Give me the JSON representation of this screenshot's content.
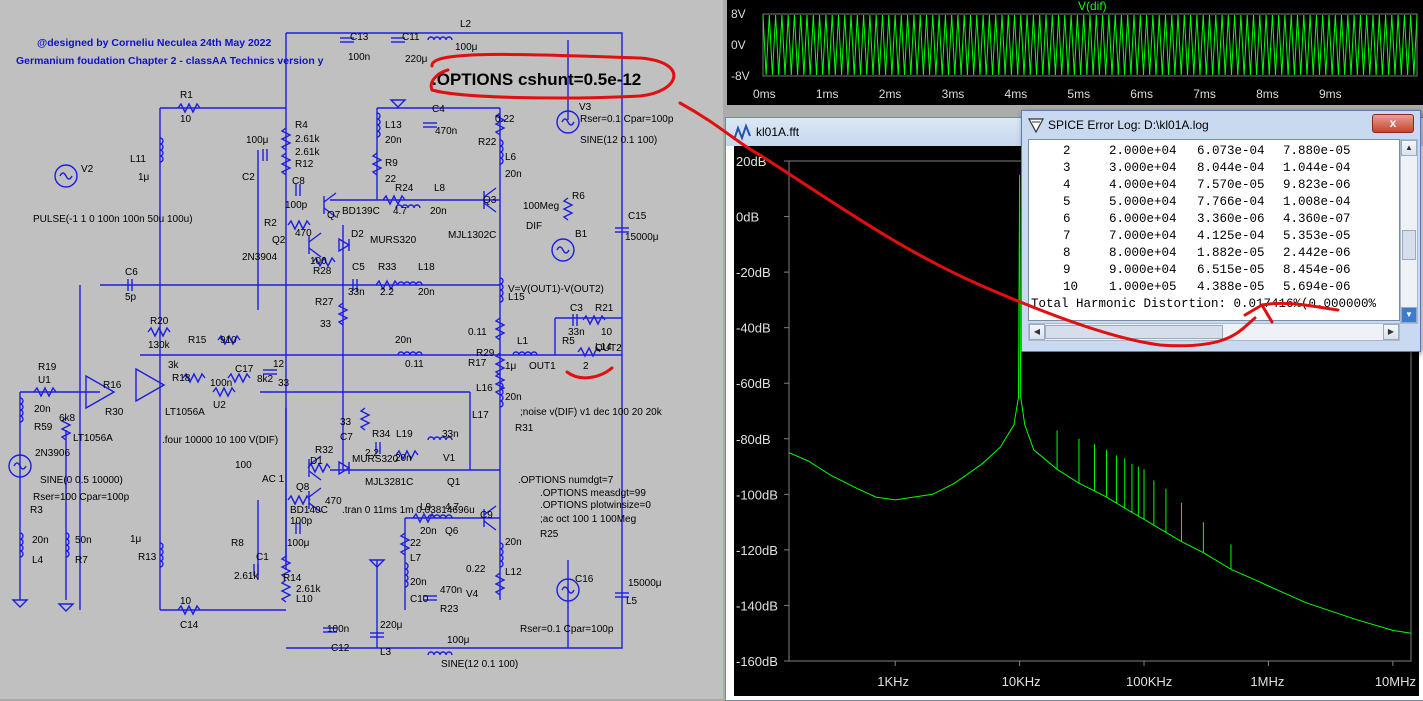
{
  "schematic": {
    "credits": [
      "@designed by Corneliu Neculea 24th May 2022",
      "Germanium foudation Chapter 2 - classAA Technics version y"
    ],
    "options_directive": ".OPTIONS cshunt=0.5e-12",
    "labels": [
      {
        "t": "C13"
      },
      {
        "t": "C11"
      },
      {
        "t": "L2"
      },
      {
        "t": "100μ"
      },
      {
        "t": "100n"
      },
      {
        "t": "220μ"
      },
      {
        "t": "R1"
      },
      {
        "t": "10"
      },
      {
        "t": "R4"
      },
      {
        "t": "2.61k"
      },
      {
        "t": "100μ"
      },
      {
        "t": "2.61k"
      },
      {
        "t": "R12"
      },
      {
        "t": "C2"
      },
      {
        "t": "C8"
      },
      {
        "t": "L11"
      },
      {
        "t": "1μ"
      },
      {
        "t": "V2"
      },
      {
        "t": "L13"
      },
      {
        "t": "20n"
      },
      {
        "t": "C4"
      },
      {
        "t": "470n"
      },
      {
        "t": "0.22"
      },
      {
        "t": "R22"
      },
      {
        "t": "V3"
      },
      {
        "t": "Rser=0.1 Cpar=100p"
      },
      {
        "t": "SINE(12 0.1 100)"
      },
      {
        "t": "R9"
      },
      {
        "t": "22"
      },
      {
        "t": "L6"
      },
      {
        "t": "20n"
      },
      {
        "t": "R24"
      },
      {
        "t": "4.7"
      },
      {
        "t": "L8"
      },
      {
        "t": "20n"
      },
      {
        "t": "Q3"
      },
      {
        "t": "BD139C"
      },
      {
        "t": "Q7"
      },
      {
        "t": "100p"
      },
      {
        "t": "R2"
      },
      {
        "t": "470"
      },
      {
        "t": "Q2"
      },
      {
        "t": "D2"
      },
      {
        "t": "MURS320"
      },
      {
        "t": "MJL1302C"
      },
      {
        "t": "R6"
      },
      {
        "t": "100Meg"
      },
      {
        "t": "DIF"
      },
      {
        "t": "B1"
      },
      {
        "t": "C15"
      },
      {
        "t": "15000μ"
      },
      {
        "t": "PULSE(-1 1 0 100n 100n 50u 100u)"
      },
      {
        "t": "2N3904"
      },
      {
        "t": "100"
      },
      {
        "t": "R28"
      },
      {
        "t": "C5"
      },
      {
        "t": "R33"
      },
      {
        "t": "L18"
      },
      {
        "t": "33n"
      },
      {
        "t": "2.2"
      },
      {
        "t": "20n"
      },
      {
        "t": "C6"
      },
      {
        "t": "5p"
      },
      {
        "t": "R27"
      },
      {
        "t": "33"
      },
      {
        "t": "V=V(OUT1)-V(OUT2)"
      },
      {
        "t": "L15"
      },
      {
        "t": "C3"
      },
      {
        "t": "R21"
      },
      {
        "t": "33n"
      },
      {
        "t": "10"
      },
      {
        "t": "R20"
      },
      {
        "t": "130k"
      },
      {
        "t": "R15"
      },
      {
        "t": "910"
      },
      {
        "t": "0.11"
      },
      {
        "t": "R29"
      },
      {
        "t": "L1"
      },
      {
        "t": "OUT1"
      },
      {
        "t": "1μ"
      },
      {
        "t": "R5"
      },
      {
        "t": "2"
      },
      {
        "t": "OUT2"
      },
      {
        "t": "L14"
      },
      {
        "t": "20n"
      },
      {
        "t": "0.11"
      },
      {
        "t": "R17"
      },
      {
        "t": "3k"
      },
      {
        "t": "R18"
      },
      {
        "t": "C17"
      },
      {
        "t": "12"
      },
      {
        "t": "8k2"
      },
      {
        "t": "R19"
      },
      {
        "t": "U1"
      },
      {
        "t": "R16"
      },
      {
        "t": "100n"
      },
      {
        "t": "33"
      },
      {
        "t": "U2"
      },
      {
        "t": "LT1056A"
      },
      {
        "t": "R30"
      },
      {
        "t": "L16"
      },
      {
        "t": "20n"
      },
      {
        "t": "L17"
      },
      {
        "t": "20n"
      },
      {
        "t": "R59"
      },
      {
        "t": "6k8"
      },
      {
        "t": "LT1056A"
      },
      {
        "t": ".four 10000 10 100 V(DIF)"
      },
      {
        "t": ";noise v(DIF) v1 dec 100 20 20k"
      },
      {
        "t": "R31"
      },
      {
        "t": "33"
      },
      {
        "t": "C7"
      },
      {
        "t": "R34"
      },
      {
        "t": "L19"
      },
      {
        "t": "33n"
      },
      {
        "t": "2.2"
      },
      {
        "t": "20n"
      },
      {
        "t": "V1"
      },
      {
        "t": "2N3906"
      },
      {
        "t": "100"
      },
      {
        "t": "R32"
      },
      {
        "t": "D1"
      },
      {
        "t": "MURS320"
      },
      {
        "t": "MJL3281C"
      },
      {
        "t": "Q1"
      },
      {
        "t": "AC 1"
      },
      {
        "t": "Rser=100 Cpar=100p"
      },
      {
        "t": "SINE(0 0.5 10000)"
      },
      {
        "t": "R3"
      },
      {
        "t": "Q8"
      },
      {
        "t": "470"
      },
      {
        "t": "BD140C"
      },
      {
        "t": ".tran 0 11ms 1m 0.03814696u"
      },
      {
        "t": ".OPTIONS numdgt=7"
      },
      {
        "t": ".OPTIONS measdgt=99"
      },
      {
        "t": ".OPTIONS plotwinsize=0"
      },
      {
        "t": ";ac oct 100 1 100Meg"
      },
      {
        "t": "R25"
      },
      {
        "t": "L9"
      },
      {
        "t": "4.7"
      },
      {
        "t": "20n"
      },
      {
        "t": "Q6"
      },
      {
        "t": "C9"
      },
      {
        "t": "100p"
      },
      {
        "t": "100μ"
      },
      {
        "t": "R8"
      },
      {
        "t": "22"
      },
      {
        "t": "L7"
      },
      {
        "t": "20n"
      },
      {
        "t": "L12"
      },
      {
        "t": "1μ"
      },
      {
        "t": "R13"
      },
      {
        "t": "C1"
      },
      {
        "t": "2.61k"
      },
      {
        "t": "R14"
      },
      {
        "t": "2.61k"
      },
      {
        "t": "L10"
      },
      {
        "t": "20n"
      },
      {
        "t": "C10"
      },
      {
        "t": "470n"
      },
      {
        "t": "R23"
      },
      {
        "t": "0.22"
      },
      {
        "t": "V4"
      },
      {
        "t": "C16"
      },
      {
        "t": "15000μ"
      },
      {
        "t": "L5"
      },
      {
        "t": "20n"
      },
      {
        "t": "L4"
      },
      {
        "t": "50n"
      },
      {
        "t": "R7"
      },
      {
        "t": "10"
      },
      {
        "t": "C14"
      },
      {
        "t": "100n"
      },
      {
        "t": "C12"
      },
      {
        "t": "220μ"
      },
      {
        "t": "L3"
      },
      {
        "t": "100μ"
      },
      {
        "t": "SINE(12 0.1 100)"
      },
      {
        "t": "Rser=0.1 Cpar=100p"
      }
    ]
  },
  "waveform": {
    "title": "V(dif)",
    "y_ticks": [
      "8V",
      "0V",
      "-8V"
    ],
    "x_ticks": [
      "0ms",
      "1ms",
      "2ms",
      "3ms",
      "4ms",
      "5ms",
      "6ms",
      "7ms",
      "8ms",
      "9ms"
    ],
    "x_range_ms": [
      0,
      10.4
    ],
    "y_range_v": [
      -8,
      8
    ],
    "cycles": 104,
    "color": "#00ff00"
  },
  "fft_window": {
    "title": "kl01A.fft",
    "y_ticks": [
      "20dB",
      "0dB",
      "-20dB",
      "-40dB",
      "-60dB",
      "-80dB",
      "-100dB",
      "-120dB",
      "-140dB",
      "-160dB"
    ],
    "x_ticks": [
      "1KHz",
      "10KHz",
      "100KHz",
      "1MHz",
      "10MHz"
    ],
    "color": "#00ff00"
  },
  "chart_data": {
    "type": "line",
    "title": "",
    "xlabel": "",
    "ylabel": "",
    "x_scale": "log",
    "x_unit": "Hz",
    "xlim": [
      140,
      14000000
    ],
    "ylim": [
      -160,
      20
    ],
    "series": [
      {
        "x": [
          140,
          200,
          300,
          500,
          700,
          1000,
          2000,
          3000,
          5000,
          7000,
          9000,
          9800,
          10000,
          10200,
          11000,
          13000,
          20000,
          30000,
          50000,
          70000,
          100000,
          200000,
          300000,
          500000,
          800000,
          1000000,
          2000000,
          5000000,
          10000000,
          14000000
        ],
        "y": [
          -85,
          -88,
          -93,
          -98,
          -101,
          -102,
          -100,
          -96,
          -89,
          -83,
          -75,
          -65,
          15,
          -65,
          -75,
          -84,
          -91,
          -96,
          -101,
          -105,
          -109,
          -117,
          -121,
          -127,
          -131,
          -133,
          -139,
          -145,
          -149,
          -150
        ]
      }
    ],
    "harmonic_spikes": [
      {
        "f": 20000,
        "db": -77
      },
      {
        "f": 30000,
        "db": -80
      },
      {
        "f": 40000,
        "db": -82
      },
      {
        "f": 50000,
        "db": -84
      },
      {
        "f": 60000,
        "db": -86
      },
      {
        "f": 70000,
        "db": -87
      },
      {
        "f": 80000,
        "db": -89
      },
      {
        "f": 90000,
        "db": -90
      },
      {
        "f": 100000,
        "db": -91
      },
      {
        "f": 120000,
        "db": -95
      },
      {
        "f": 150000,
        "db": -98
      },
      {
        "f": 200000,
        "db": -103
      },
      {
        "f": 300000,
        "db": -110
      },
      {
        "f": 500000,
        "db": -118
      }
    ]
  },
  "log_window": {
    "title": "SPICE Error Log: D:\\kl01A.log",
    "close_label": "x",
    "rows": [
      [
        "2",
        "2.000e+04",
        "6.073e-04",
        "7.880e-05"
      ],
      [
        "3",
        "3.000e+04",
        "8.044e-04",
        "1.044e-04"
      ],
      [
        "4",
        "4.000e+04",
        "7.570e-05",
        "9.823e-06"
      ],
      [
        "5",
        "5.000e+04",
        "7.766e-04",
        "1.008e-04"
      ],
      [
        "6",
        "6.000e+04",
        "3.360e-06",
        "4.360e-07"
      ],
      [
        "7",
        "7.000e+04",
        "4.125e-04",
        "5.353e-05"
      ],
      [
        "8",
        "8.000e+04",
        "1.882e-05",
        "2.442e-06"
      ],
      [
        "9",
        "9.000e+04",
        "6.515e-05",
        "8.454e-06"
      ],
      [
        "10",
        "1.000e+05",
        "4.388e-05",
        "5.694e-06"
      ]
    ],
    "thd_line": "Total Harmonic Distortion: 0.017416%(0.000000%"
  },
  "annotation_color": "#e01010"
}
